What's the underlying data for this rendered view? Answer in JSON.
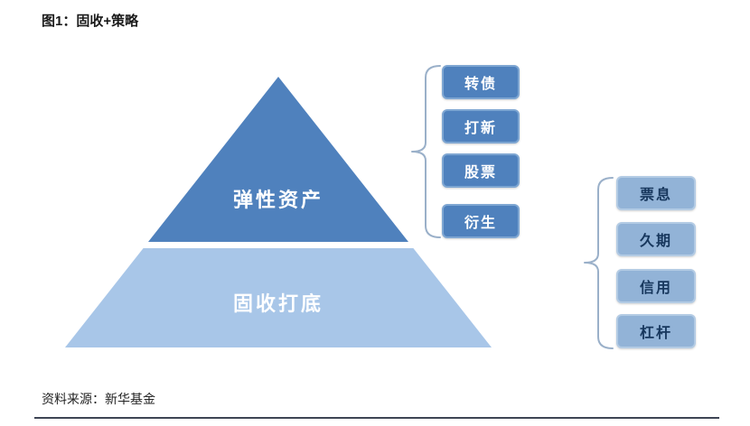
{
  "title": "图1：固收+策略",
  "source": "资料来源：新华基金",
  "colors": {
    "pyramid_top": "#4f81bd",
    "pyramid_bottom": "#a8c6e8",
    "box_dark_fill": "#4f81bd",
    "box_dark_text": "#ffffff",
    "box_light_fill": "#92b3d7",
    "box_light_text": "#17375d",
    "brace": "#9ab0c9",
    "rule": "#3e4555"
  },
  "pyramid": {
    "top_label": "弹性资产",
    "bottom_label": "固收打底"
  },
  "elastic_group": {
    "items": [
      "转债",
      "打新",
      "股票",
      "衍生"
    ]
  },
  "fixed_group": {
    "items": [
      "票息",
      "久期",
      "信用",
      "杠杆"
    ]
  }
}
